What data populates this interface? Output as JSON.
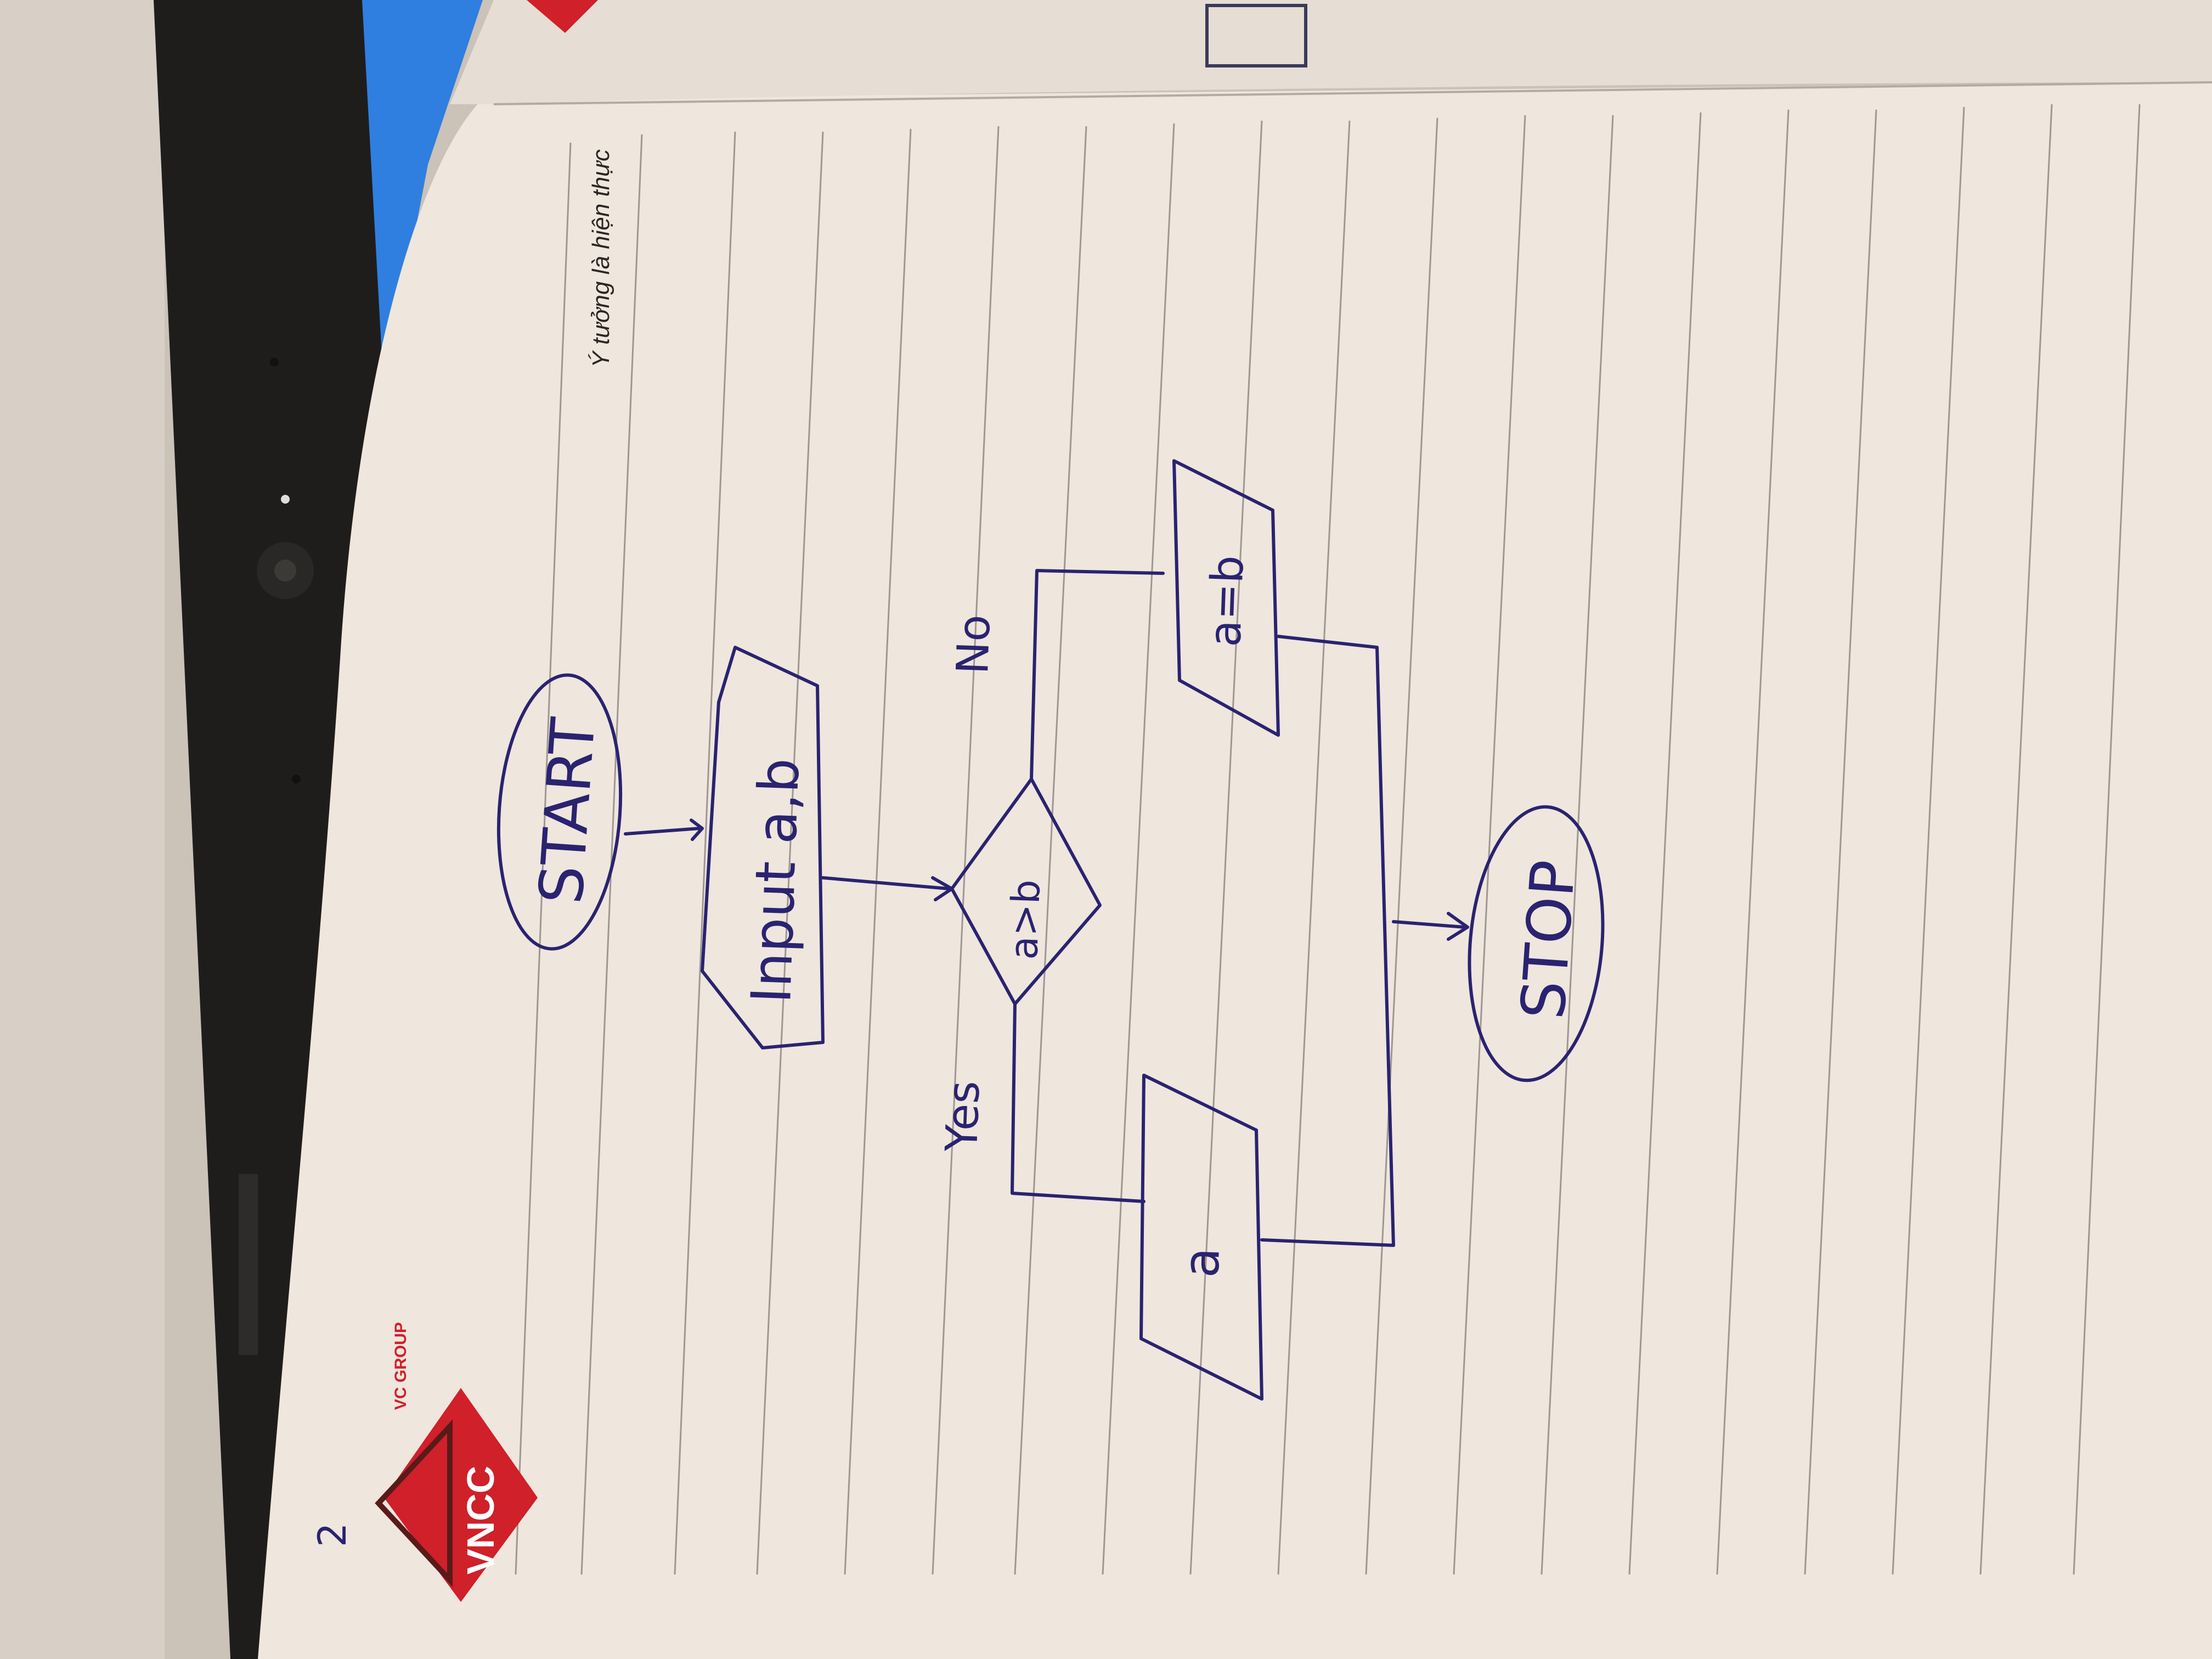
{
  "page_header": "Ý tưởng là hiện thực",
  "logo": {
    "brand": "VNCC",
    "group": "VC GROUP",
    "page_number": "2"
  },
  "flowchart": {
    "start_label": "START",
    "input_label": "Input a,b",
    "decision_label": "a>b",
    "yes_label": "Yes",
    "no_label": "No",
    "yes_output_label": "a",
    "no_output_label": "a=b",
    "stop_label": "STOP"
  },
  "colors": {
    "ink": "#2a2370",
    "paper": "#efe6de",
    "rule": "#9f9791",
    "logo_red": "#d0202a",
    "laptop": "#1f1d1c",
    "screen_blue": "#2f7fe0"
  }
}
